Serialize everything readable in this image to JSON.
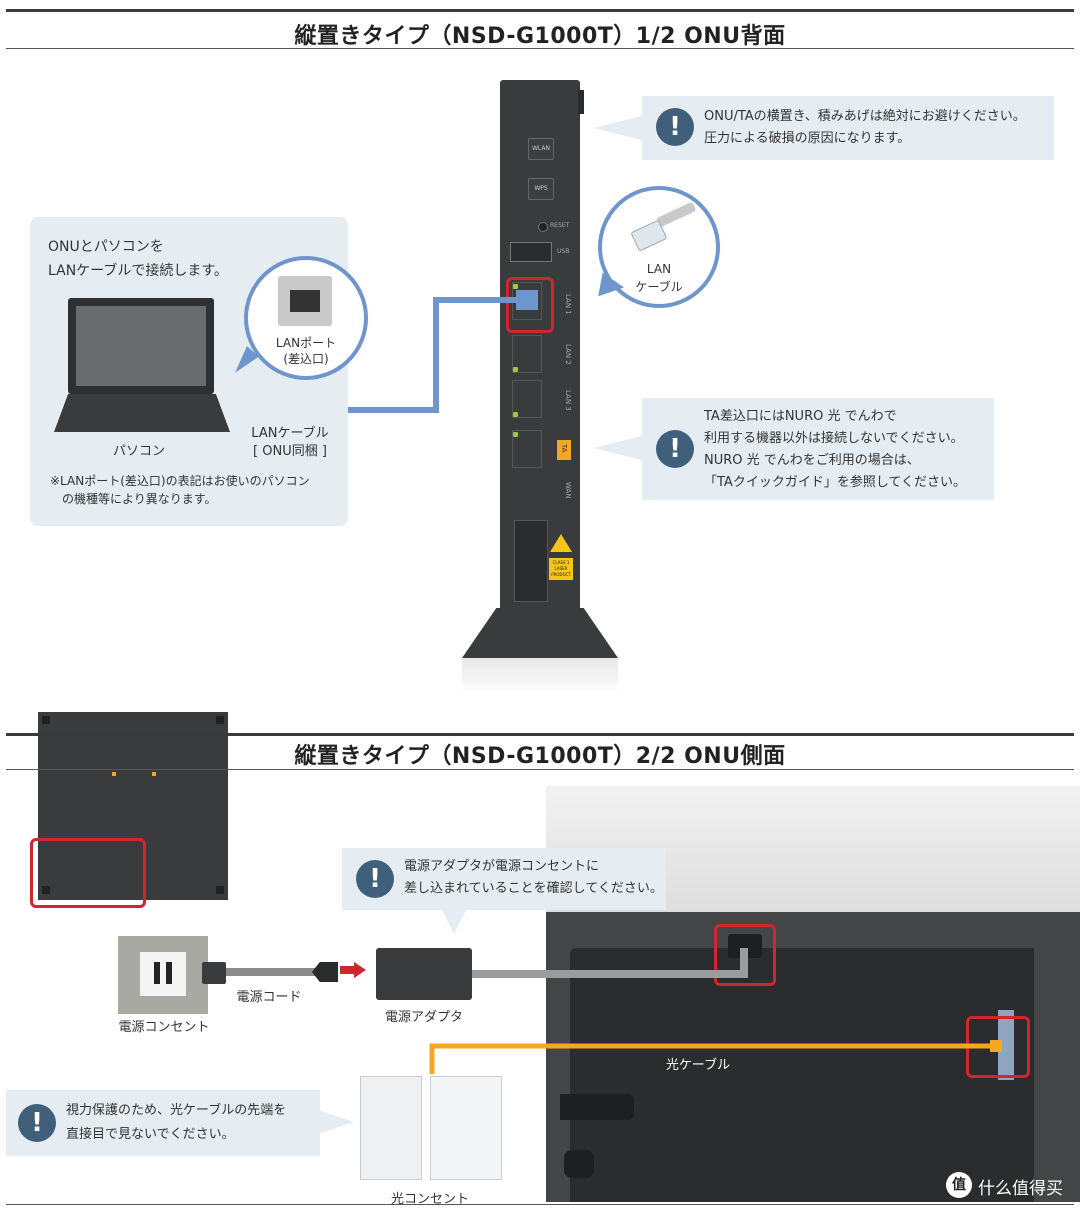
{
  "section1": {
    "title": "縦置きタイプ（NSD-G1000T）1/2 ONU背面"
  },
  "section2": {
    "title": "縦置きタイプ（NSD-G1000T）2/2 ONU側面"
  },
  "notes": {
    "stacking_line1": "ONU/TAの横置き、積みあげは絶対にお避けください。",
    "stacking_line2": "圧力による破損の原因になります。",
    "ta_line1": "TA差込口にはNURO 光 でんわで",
    "ta_line2": "利用する機器以外は接続しないでください。",
    "ta_line3": "NURO 光 でんわをご利用の場合は、",
    "ta_line4": "「TAクイックガイド」を参照してください。",
    "adapter_line1": "電源アダプタが電源コンセントに",
    "adapter_line2": "差し込まれていることを確認してください。",
    "eye_line1": "視力保護のため、光ケーブルの先端を",
    "eye_line2": "直接目で見ないでください。",
    "icon_text": "!"
  },
  "panel_pc": {
    "intro_line1": "ONUとパソコンを",
    "intro_line2": "LANケーブルで接続します。",
    "lan_port_line1": "LANポート",
    "lan_port_line2": "(差込口)",
    "pc_label": "パソコン",
    "cable_line1": "LANケーブル",
    "cable_line2": "[ ONU同梱 ]",
    "footnote_line1": "※LANポート(差込口)の表記はお使いのパソコン",
    "footnote_line2": "の機種等により異なります。"
  },
  "callout_cable": {
    "line1": "LAN",
    "line2": "ケーブル"
  },
  "device": {
    "wlan": "WLAN",
    "wps": "WPS",
    "reset": "RESET",
    "usb": "USB",
    "lan1": "LAN 1",
    "lan2": "LAN 2",
    "lan3": "LAN 3",
    "ta": "TA",
    "wan": "WAN",
    "laser_line1": "CLASS 1",
    "laser_line2": "LASER",
    "laser_line3": "PRODUCT"
  },
  "side": {
    "power_outlet": "電源コンセント",
    "power_cord": "電源コード",
    "adapter": "電源アダプタ",
    "fiber_cable": "光ケーブル",
    "fiber_outlet": "光コンセント"
  },
  "watermark": {
    "icon": "值",
    "text": "什么值得买"
  },
  "colors": {
    "warning_icon": "#3f5f7a",
    "note_bg": "#e6edf2",
    "highlight_red": "#d2262e",
    "lan_cable_blue": "#6f96cc",
    "fiber_orange": "#f5a623",
    "device_body": "#3a3b3d"
  }
}
